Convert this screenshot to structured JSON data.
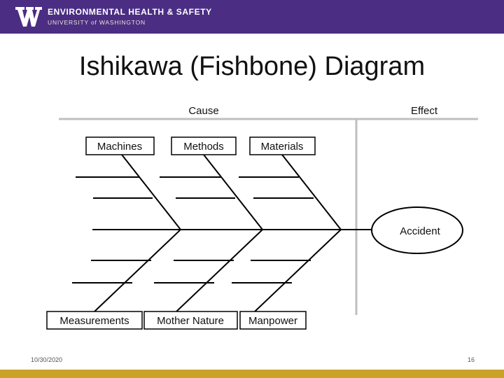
{
  "header": {
    "department": "ENVIRONMENTAL HEALTH & SAFETY",
    "university": "UNIVERSITY of WASHINGTON",
    "logo_icon": "uw-w-logo",
    "background": "#4b2e83"
  },
  "title": "Ishikawa (Fishbone) Diagram",
  "diagram": {
    "cause_header": "Cause",
    "effect_header": "Effect",
    "effect": "Accident",
    "top_categories": [
      "Machines",
      "Methods",
      "Materials"
    ],
    "bottom_categories": [
      "Measurements",
      "Mother Nature",
      "Manpower"
    ]
  },
  "footer": {
    "date": "10/30/2020",
    "page": "16",
    "bar_color": "#c9a227"
  }
}
